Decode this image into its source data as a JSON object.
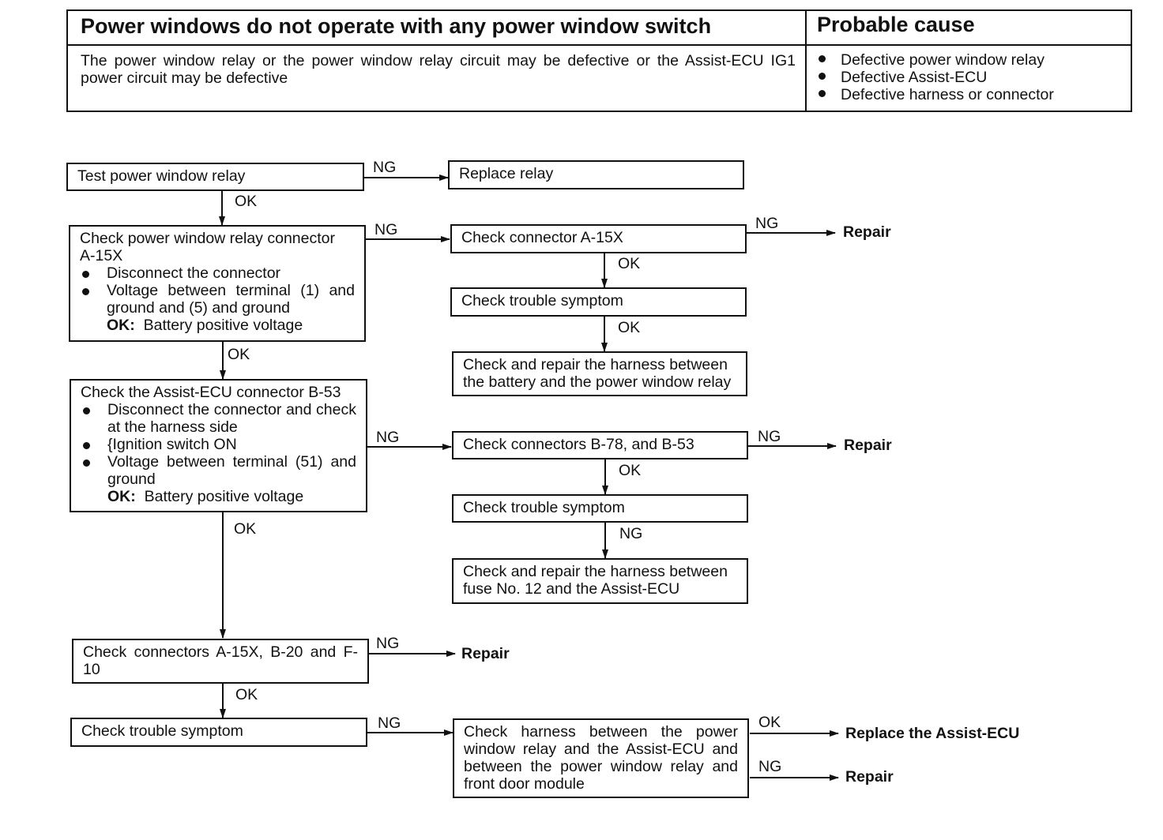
{
  "header": {
    "title": "Power windows do not operate with any power window switch",
    "description": "The power window relay or the power window relay circuit may be defective or the Assist-ECU IG1 power circuit may be defective",
    "cause_title": "Probable cause",
    "causes": [
      "Defective power window relay",
      "Defective Assist-ECU",
      "Defective harness or connector"
    ]
  },
  "flow": {
    "test_relay": "Test power window relay",
    "replace_relay": "Replace relay",
    "check_relay_conn": {
      "line1": "Check power window relay connector",
      "line2": "A-15X",
      "bullet1": "Disconnect the connector",
      "bullet2": "Voltage between terminal (1) and ground and (5) and ground",
      "ok_label": "OK:",
      "ok_value": "Battery positive voltage"
    },
    "check_a15x": "Check connector A-15X",
    "check_symptom_1": "Check trouble symptom",
    "repair_harness_1": "Check and repair the harness between the battery and the power window relay",
    "check_ecu_conn": {
      "line1": "Check the Assist-ECU connector B-53",
      "bullet1": "Disconnect the connector and check at the harness side",
      "bullet2": "{Ignition switch ON",
      "bullet3": "Voltage between terminal (51) and ground",
      "ok_label": "OK:",
      "ok_value": "Battery positive voltage"
    },
    "check_b78": "Check connectors B-78, and B-53",
    "check_symptom_2": "Check trouble symptom",
    "repair_harness_2": "Check and repair the harness between fuse No. 12 and the Assist-ECU",
    "check_a15x_b20": "Check connectors A-15X, B-20 and F-10",
    "check_symptom_3": "Check trouble symptom",
    "check_harness_front": "Check harness between the power window relay and the Assist-ECU and between the power window relay and front door module",
    "repair": "Repair",
    "replace_ecu": "Replace the Assist-ECU",
    "ok": "OK",
    "ng": "NG"
  }
}
